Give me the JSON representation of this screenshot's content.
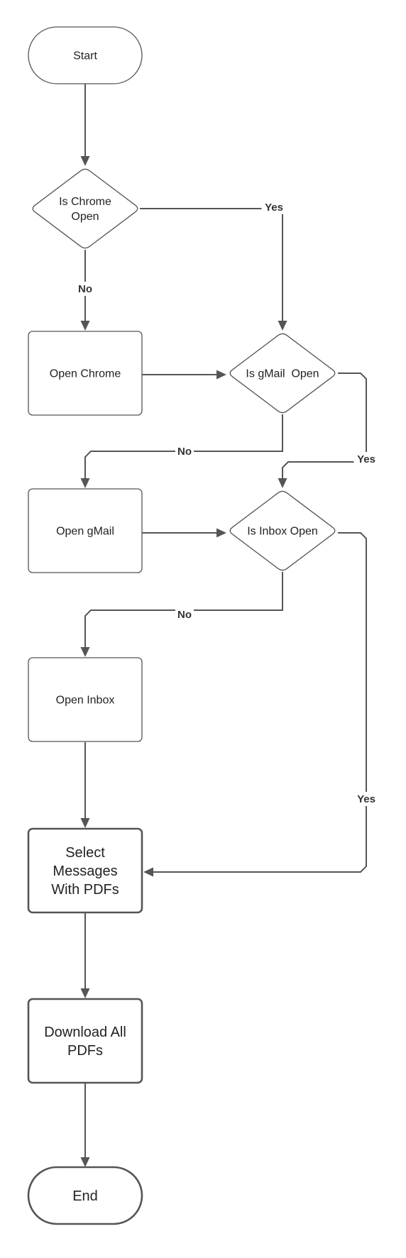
{
  "nodes": {
    "start": {
      "type": "terminator",
      "lines": [
        "Start"
      ]
    },
    "is_chrome_open": {
      "type": "decision",
      "lines": [
        "Is Chrome",
        "Open"
      ]
    },
    "open_chrome": {
      "type": "process",
      "lines": [
        "Open Chrome"
      ]
    },
    "is_gmail_open": {
      "type": "decision",
      "lines": [
        "Is gMail  Open"
      ]
    },
    "open_gmail": {
      "type": "process",
      "lines": [
        "Open gMail"
      ]
    },
    "is_inbox_open": {
      "type": "decision",
      "lines": [
        "Is Inbox Open"
      ]
    },
    "open_inbox": {
      "type": "process",
      "lines": [
        "Open Inbox"
      ]
    },
    "select_messages": {
      "type": "process",
      "lines": [
        "Select",
        "Messages",
        "With PDFs"
      ]
    },
    "download_pdfs": {
      "type": "process",
      "lines": [
        "Download All",
        "PDFs"
      ]
    },
    "end": {
      "type": "terminator",
      "lines": [
        "End"
      ]
    }
  },
  "edges": [
    {
      "from": "start",
      "to": "is_chrome_open",
      "label": ""
    },
    {
      "from": "is_chrome_open",
      "to": "open_chrome",
      "label": "No"
    },
    {
      "from": "is_chrome_open",
      "to": "is_gmail_open",
      "label": "Yes"
    },
    {
      "from": "open_chrome",
      "to": "is_gmail_open",
      "label": ""
    },
    {
      "from": "is_gmail_open",
      "to": "open_gmail",
      "label": "No"
    },
    {
      "from": "is_gmail_open",
      "to": "is_inbox_open",
      "label": "Yes"
    },
    {
      "from": "open_gmail",
      "to": "is_inbox_open",
      "label": ""
    },
    {
      "from": "is_inbox_open",
      "to": "open_inbox",
      "label": "No"
    },
    {
      "from": "is_inbox_open",
      "to": "select_messages",
      "label": "Yes"
    },
    {
      "from": "open_inbox",
      "to": "select_messages",
      "label": ""
    },
    {
      "from": "select_messages",
      "to": "download_pdfs",
      "label": ""
    },
    {
      "from": "download_pdfs",
      "to": "end",
      "label": ""
    }
  ]
}
